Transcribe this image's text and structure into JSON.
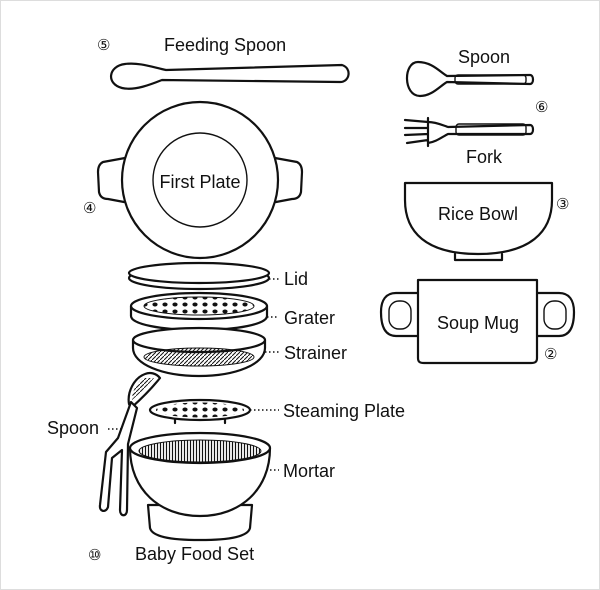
{
  "items": {
    "feeding_spoon": {
      "number": "⑤",
      "label": "Feeding Spoon"
    },
    "first_plate": {
      "number": "④",
      "label": "First Plate"
    },
    "spoon_fork": {
      "number": "⑥",
      "spoon_label": "Spoon",
      "fork_label": "Fork"
    },
    "rice_bowl": {
      "number": "③",
      "label": "Rice Bowl"
    },
    "soup_mug": {
      "number": "②",
      "label": "Soup Mug"
    },
    "baby_food_set": {
      "number": "⑩",
      "label": "Baby Food Set",
      "parts": {
        "lid": "Lid",
        "grater": "Grater",
        "strainer": "Strainer",
        "steaming_plate": "Steaming Plate",
        "spoon": "Spoon",
        "mortar": "Mortar"
      }
    }
  }
}
